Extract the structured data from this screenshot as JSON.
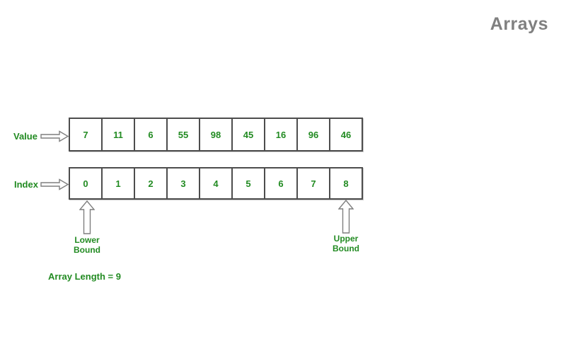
{
  "title": "Arrays",
  "colors": {
    "green_text": "#228B22",
    "title_gray": "#808080",
    "box_border": "#4d4d4d",
    "arrow_outline": "#7f7f7f"
  },
  "array": {
    "value_label": "Value",
    "index_label": "Index",
    "values": [
      "7",
      "11",
      "6",
      "55",
      "98",
      "45",
      "16",
      "96",
      "46"
    ],
    "indices": [
      "0",
      "1",
      "2",
      "3",
      "4",
      "5",
      "6",
      "7",
      "8"
    ]
  },
  "annotations": {
    "lower_bound": "Lower Bound",
    "upper_bound": "Upper Bound",
    "array_length": "Array Length = 9"
  }
}
